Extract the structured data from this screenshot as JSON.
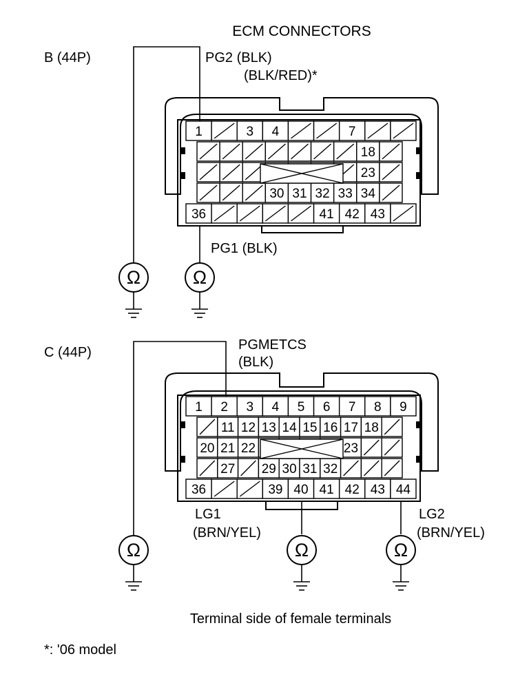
{
  "title": "ECM CONNECTORS",
  "connector_b": {
    "label": "B (44P)",
    "pg2_label": "PG2 (BLK)",
    "pg2_alt_label": "(BLK/RED)*",
    "pg1_label": "PG1 (BLK)",
    "row1": [
      "1",
      "",
      "3",
      "4",
      "",
      "",
      "7",
      "",
      ""
    ],
    "row2": [
      "",
      "",
      "",
      "",
      "",
      "",
      "",
      "18",
      ""
    ],
    "row3": [
      "",
      "",
      "",
      "",
      "",
      "",
      "",
      "23",
      ""
    ],
    "row4": [
      "",
      "",
      "",
      "30",
      "31",
      "32",
      "33",
      "34",
      ""
    ],
    "row5": [
      "36",
      "",
      "",
      "",
      "",
      "41",
      "42",
      "43",
      ""
    ]
  },
  "connector_c": {
    "label": "C (44P)",
    "pgmetcs_label": "PGMETCS",
    "pgmetcs_color": "(BLK)",
    "lg1_label": "LG1",
    "lg1_color": "(BRN/YEL)",
    "lg2_label": "LG2",
    "lg2_color": "(BRN/YEL)",
    "row1": [
      "1",
      "2",
      "3",
      "4",
      "5",
      "6",
      "7",
      "8",
      "9"
    ],
    "row2": [
      "",
      "11",
      "12",
      "13",
      "14",
      "15",
      "16",
      "17",
      "18",
      ""
    ],
    "row3": [
      "20",
      "21",
      "22",
      "",
      "",
      "",
      "",
      "23",
      "",
      ""
    ],
    "row4": [
      "",
      "27",
      "",
      "29",
      "30",
      "31",
      "32",
      "",
      "",
      ""
    ],
    "row5": [
      "36",
      "",
      "",
      "39",
      "40",
      "41",
      "42",
      "43",
      "44"
    ]
  },
  "ohm_symbol": "Ω",
  "icons": [
    "ohmmeter-icon",
    "ground-icon"
  ],
  "caption": "Terminal side of female terminals",
  "footnote": "*: '06 model"
}
